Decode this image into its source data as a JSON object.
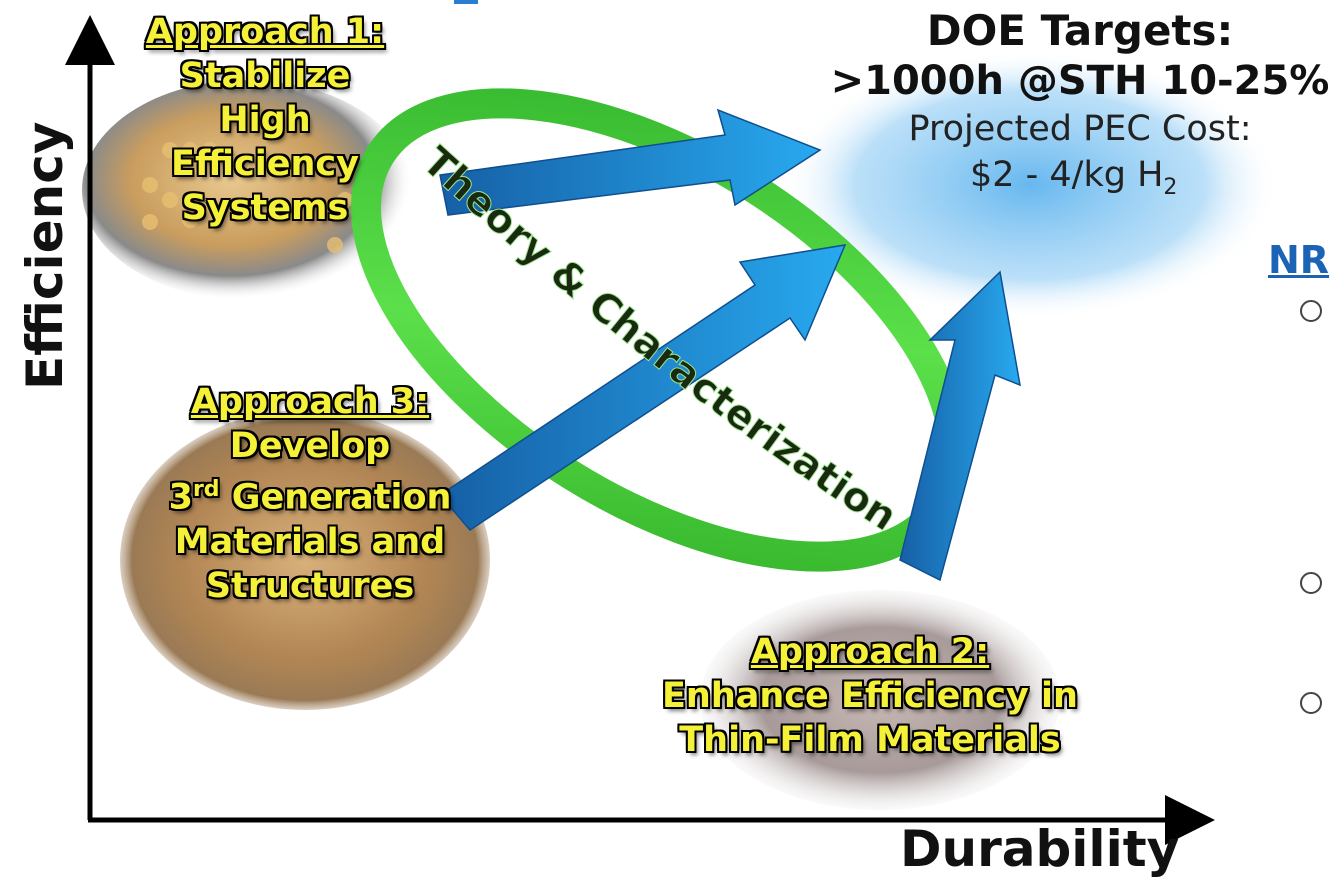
{
  "axes": {
    "y_label": "Efficiency",
    "x_label": "Durability"
  },
  "approach1": {
    "heading": "Approach 1:",
    "lines": [
      "Stabilize",
      "High",
      "Efficiency",
      "Systems"
    ]
  },
  "approach2": {
    "heading": "Approach 2:",
    "lines": [
      "Enhance Efficiency in",
      "Thin-Film Materials"
    ]
  },
  "approach3": {
    "heading": "Approach 3:",
    "lines": [
      "Develop",
      "3rd Generation",
      "Materials and",
      "Structures"
    ],
    "superscript": "rd"
  },
  "ring_label": "Theory & Characterization",
  "doe": {
    "title": "DOE Targets:",
    "target": ">1000h @STH 10-25%",
    "cost_label": "Projected PEC Cost:",
    "cost_value": "$2  - 4/kg H",
    "cost_sub": "2"
  },
  "side_heading": "NR",
  "colors": {
    "ring": "#3fd12c",
    "arrow": "#1d8fe0",
    "label_yellow": "#f5f038",
    "doe_cloud": "#5fb4ee",
    "side_heading": "#1b63b4"
  }
}
